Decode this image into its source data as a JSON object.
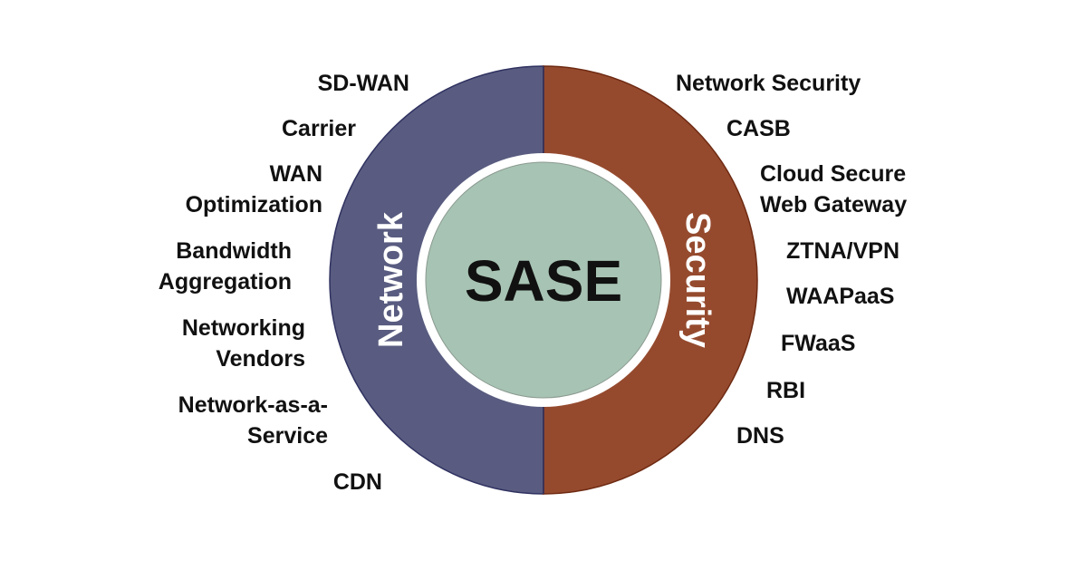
{
  "center": {
    "label": "SASE"
  },
  "segments": {
    "network": {
      "label": "Network",
      "color": "#595C80"
    },
    "security": {
      "label": "Security",
      "color": "#954A2E"
    }
  },
  "core_color": "#A7C3B3",
  "network_items": [
    {
      "lines": [
        "SD-WAN"
      ]
    },
    {
      "lines": [
        "Carrier"
      ]
    },
    {
      "lines": [
        "WAN",
        "Optimization"
      ]
    },
    {
      "lines": [
        "Bandwidth",
        "Aggregation"
      ]
    },
    {
      "lines": [
        "Networking",
        "Vendors"
      ]
    },
    {
      "lines": [
        "Network-as-a-",
        "Service"
      ]
    },
    {
      "lines": [
        "CDN"
      ]
    }
  ],
  "security_items": [
    {
      "lines": [
        "Network Security"
      ]
    },
    {
      "lines": [
        "CASB"
      ]
    },
    {
      "lines": [
        "Cloud Secure",
        "Web Gateway"
      ]
    },
    {
      "lines": [
        "ZTNA/VPN"
      ]
    },
    {
      "lines": [
        "WAAPaaS"
      ]
    },
    {
      "lines": [
        "FWaaS"
      ]
    },
    {
      "lines": [
        "RBI"
      ]
    },
    {
      "lines": [
        "DNS"
      ]
    }
  ]
}
